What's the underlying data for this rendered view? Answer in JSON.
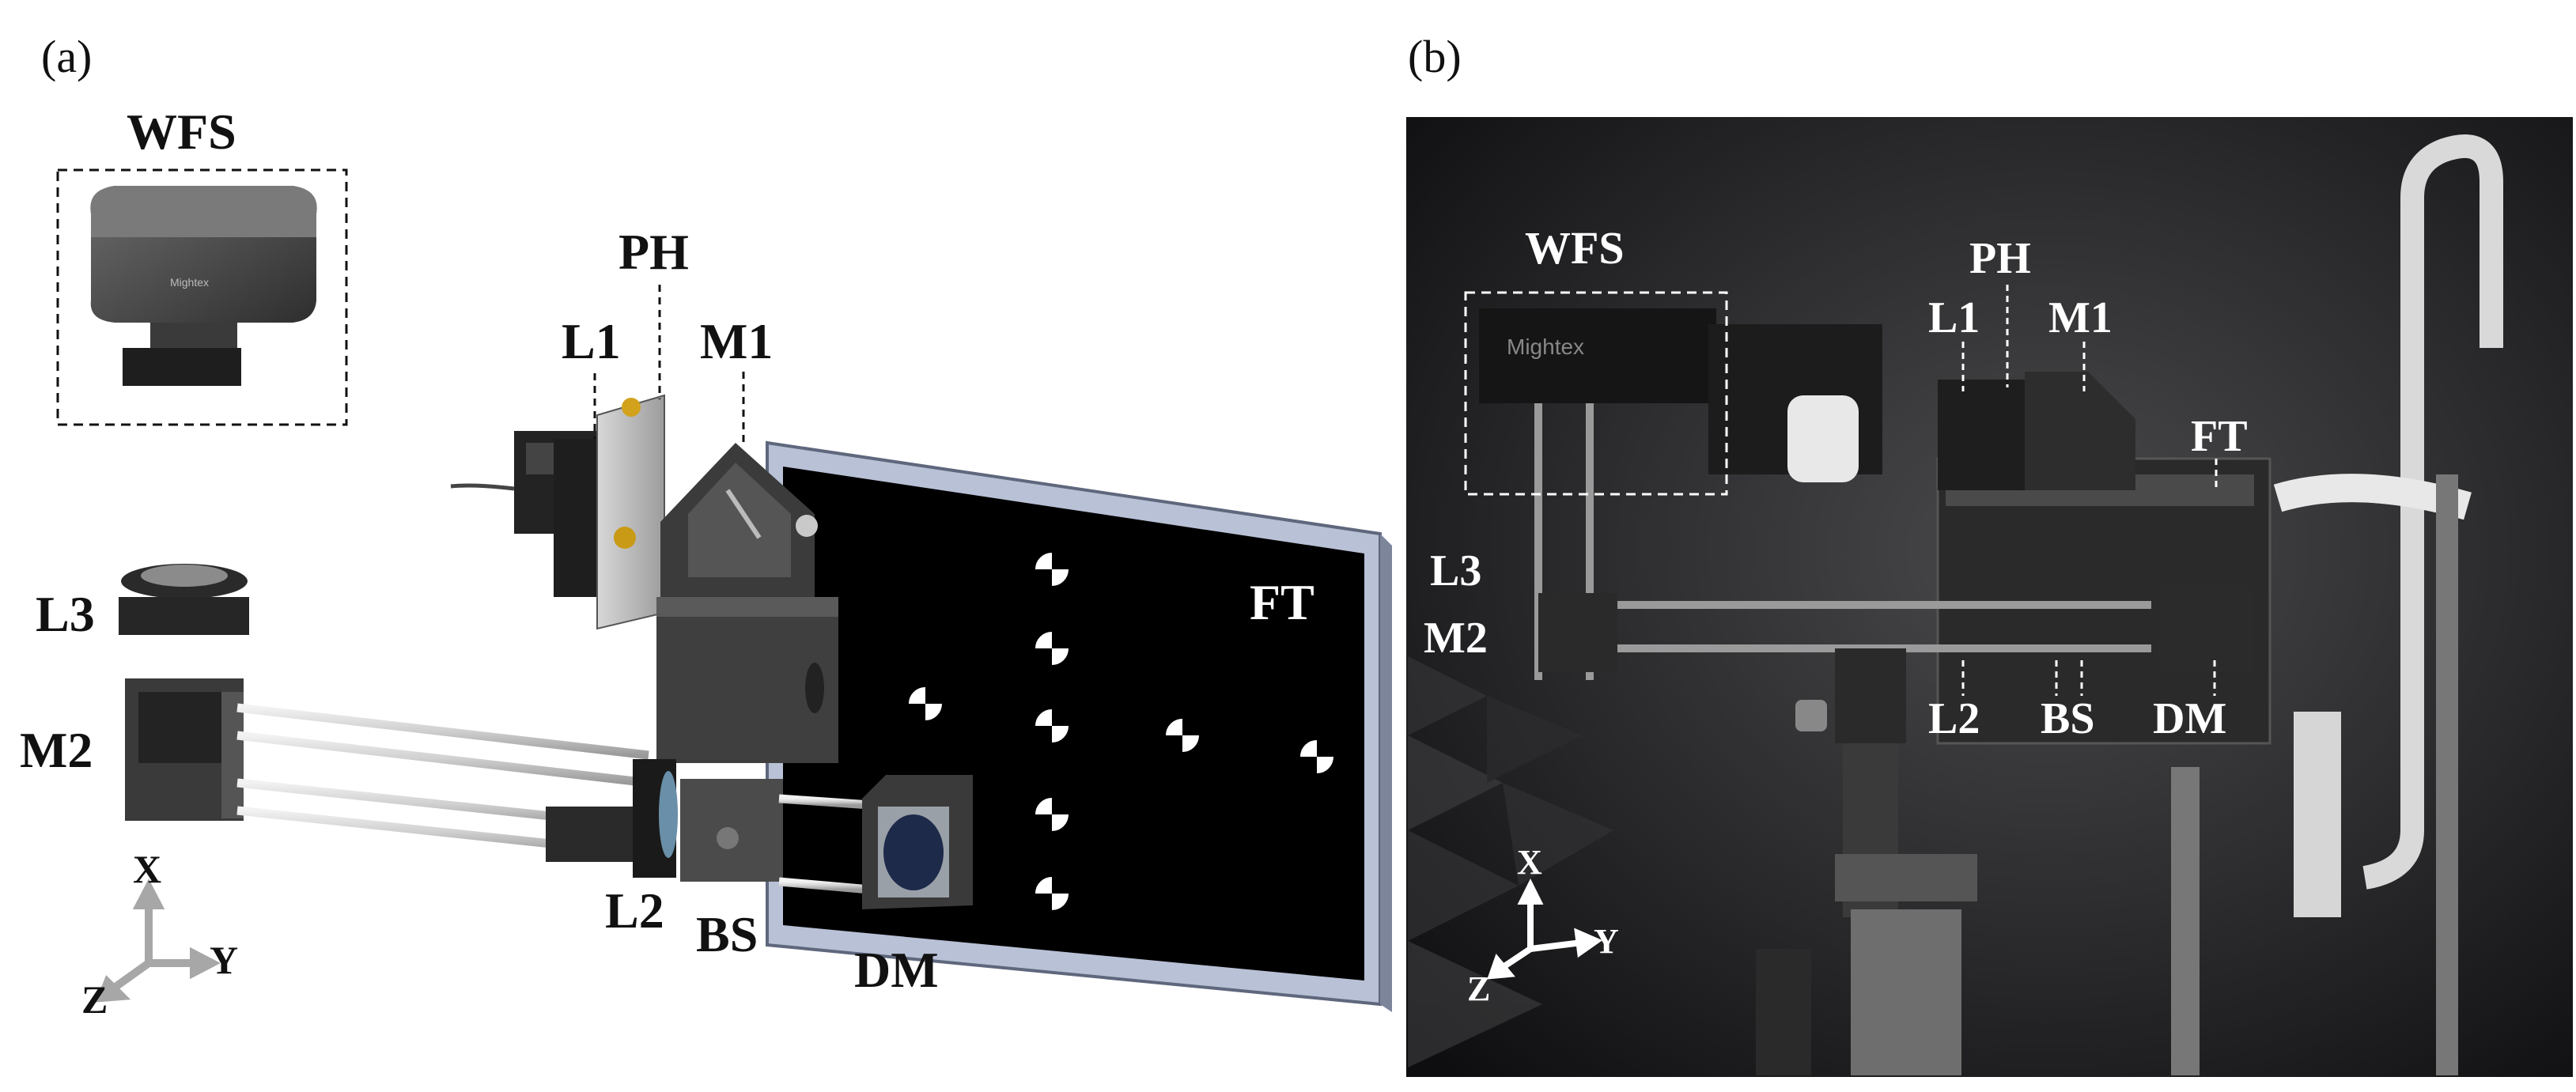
{
  "panels": {
    "a": "(a)",
    "b": "(b)"
  },
  "panel_a": {
    "labels": {
      "wfs": "WFS",
      "ph": "PH",
      "l1": "L1",
      "m1": "M1",
      "l3": "L3",
      "m2": "M2",
      "ft": "FT",
      "l2": "L2",
      "bs": "BS",
      "dm": "DM"
    },
    "axes": {
      "x": "X",
      "y": "Y",
      "z": "Z"
    },
    "device_brand": "Mightex"
  },
  "panel_b": {
    "labels": {
      "wfs": "WFS",
      "ph": "PH",
      "l1": "L1",
      "m1": "M1",
      "ft": "FT",
      "l3": "L3",
      "m2": "M2",
      "l2": "L2",
      "bs": "BS",
      "dm": "DM"
    },
    "axes": {
      "x": "X",
      "y": "Y",
      "z": "Z"
    },
    "device_brand": "Mightex"
  },
  "colors": {
    "background": "#ffffff",
    "target_board": "#000000",
    "target_frame": "#9aa3bb",
    "photo_dark": "#1c1c1e",
    "label_dark": "#111111",
    "label_light": "#ffffff"
  }
}
